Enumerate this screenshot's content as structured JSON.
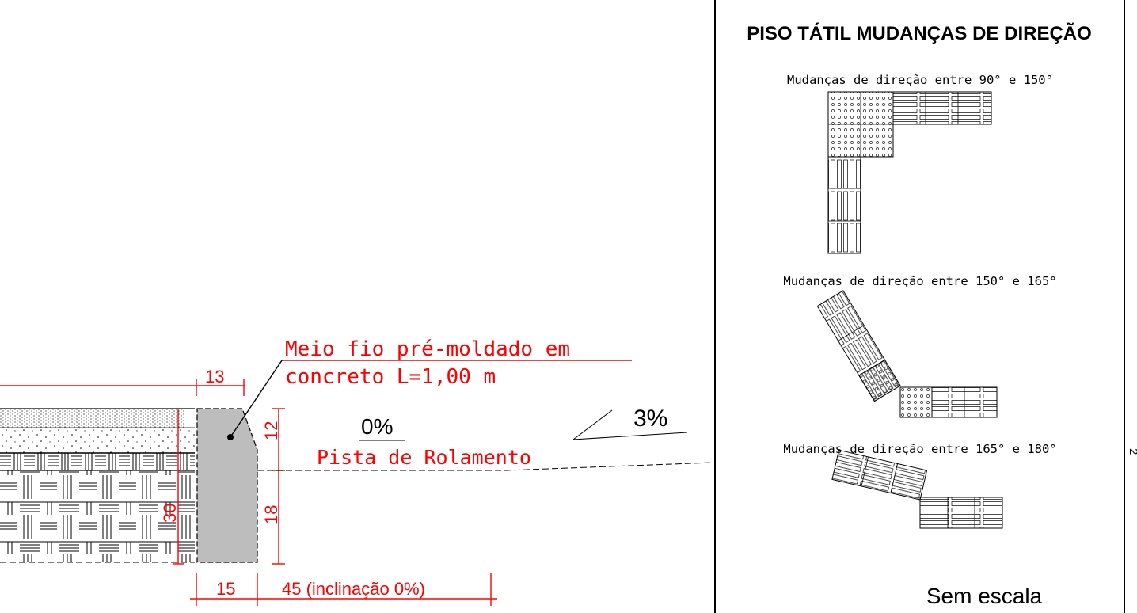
{
  "section": {
    "callout_line1": "Meio fio pré-moldado em",
    "callout_line2": "concreto L=1,00 m",
    "dim_top": "13",
    "dim_12": "12",
    "dim_18": "18",
    "dim_30": "30",
    "dim_15": "15",
    "dim_45": "45 (inclinação 0%)",
    "slope_zero": "0%",
    "pista_label": "Pista de Rolamento",
    "slope_three": "3%"
  },
  "panel": {
    "title": "PISO TÁTIL MUDANÇAS DE DIREÇÃO",
    "caption_1": "Mudanças de direção entre 90° e 150°",
    "caption_2": "Mudanças de direção entre 150° e 165°",
    "caption_3": "Mudanças de direção entre 165° e 180°",
    "scale_note": "Sem escala"
  },
  "edge_mark": "2",
  "colors": {
    "dimension": "#ff0000",
    "line": "#000000",
    "curb_fill": "#bdbdbd"
  }
}
